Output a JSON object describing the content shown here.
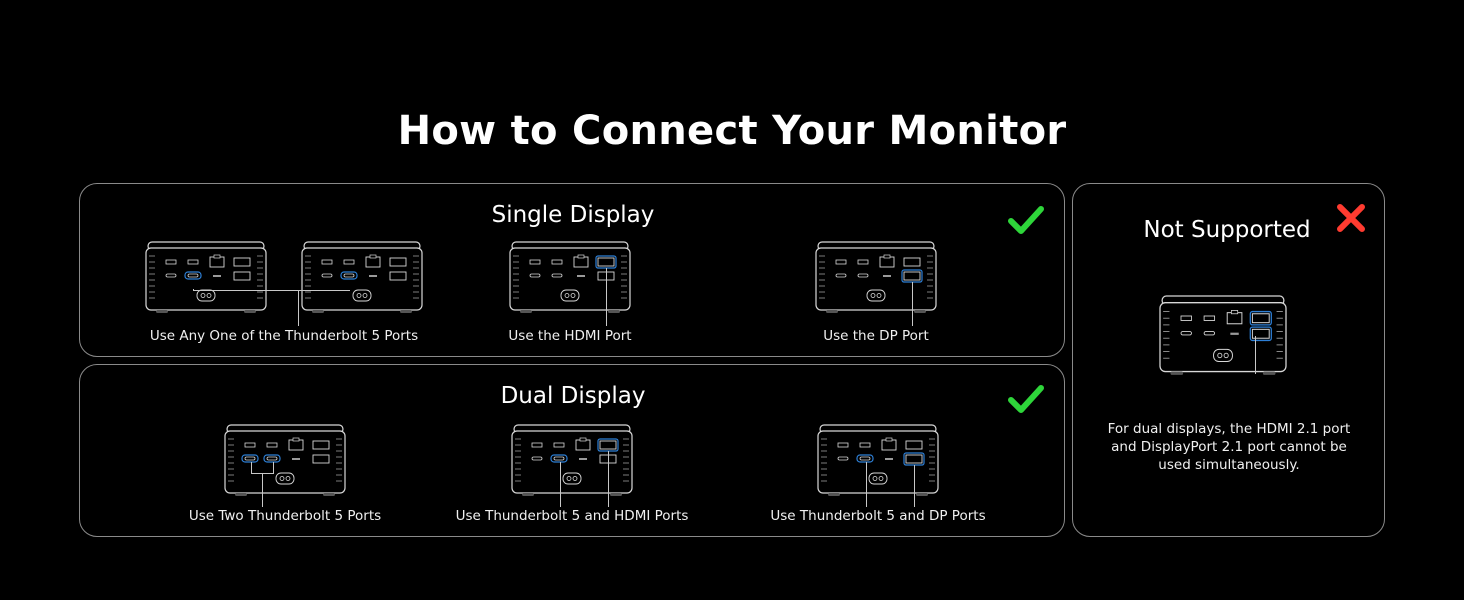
{
  "title": "How to Connect Your Monitor",
  "colors": {
    "background": "#000000",
    "check": "#2ed63a",
    "cross": "#ff3b30",
    "highlight": "#2d7fd6"
  },
  "single": {
    "title": "Single Display",
    "status_icon": "check-icon",
    "captions": [
      "Use Any One of the Thunderbolt 5 Ports",
      "Use the HDMI Port",
      "Use the DP Port"
    ]
  },
  "dual": {
    "title": "Dual Display",
    "status_icon": "check-icon",
    "captions": [
      "Use Two Thunderbolt 5 Ports",
      "Use Thunderbolt 5 and HDMI Ports",
      "Use Thunderbolt 5 and DP Ports"
    ]
  },
  "not_supported": {
    "title": "Not Supported",
    "status_icon": "cross-icon",
    "note": "For dual displays, the HDMI 2.1 port and DisplayPort 2.1 port cannot be used simultaneously."
  }
}
